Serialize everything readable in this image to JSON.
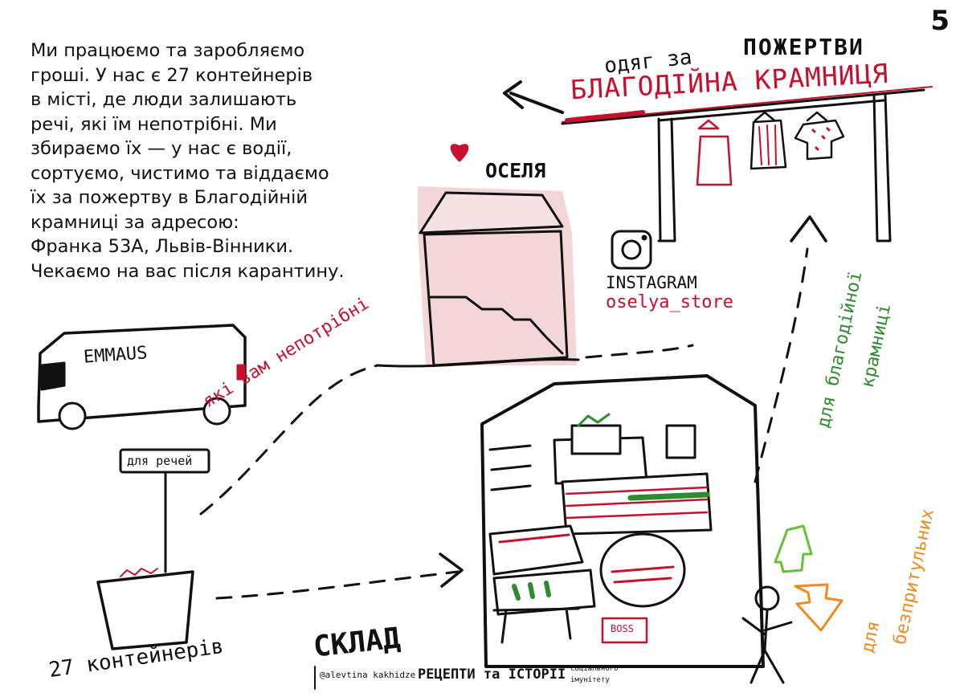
{
  "page_number": "5",
  "intro_lines": [
    "Ми працюємо та заробляємо",
    "гроші. У нас є 27 контейнерів",
    "в місті, де люди залишають",
    "речі, які їм непотрібні. Ми",
    "збираємо їх  — у нас є водії,",
    "сортуємо, чистимо та віддаємо",
    "їх за пожертву в Благодійній",
    "крамниці за адресою:",
    "Франка 53А, Львів-Вінники.",
    "Чекаємо на вас після карантину."
  ],
  "labels": {
    "clothes_for": "одяг за",
    "donation": "ПОЖЕРТВИ",
    "charity_shop": "БЛАГОДІЙНА КРАМНИЦЯ",
    "oselya": "ОСЕЛЯ",
    "instagram": "INSTAGRAM",
    "instagram_handle": "oselya_store",
    "van": "EMMAUS",
    "unwanted": "які вам непотрібні",
    "sign": "для речей",
    "containers": "27 контейнерів",
    "warehouse": "СКЛАД",
    "box": "BOSS",
    "for_charity_shop_1": "для благодійної",
    "for_charity_shop_2": "крамниці",
    "for_homeless_1": "для",
    "for_homeless_2": "безпритульних",
    "credit": "@alevtina kakhidze",
    "recipes": "РЕЦЕПТИ та ІСТОРІЇ",
    "immunity_1": "соціального",
    "immunity_2": "імунітету"
  },
  "colors": {
    "ink": "#111111",
    "red": "#c8102e",
    "pink": "#f3d6d8",
    "green": "#2e8b2e",
    "lime": "#66c235",
    "orange": "#f28a1f"
  }
}
